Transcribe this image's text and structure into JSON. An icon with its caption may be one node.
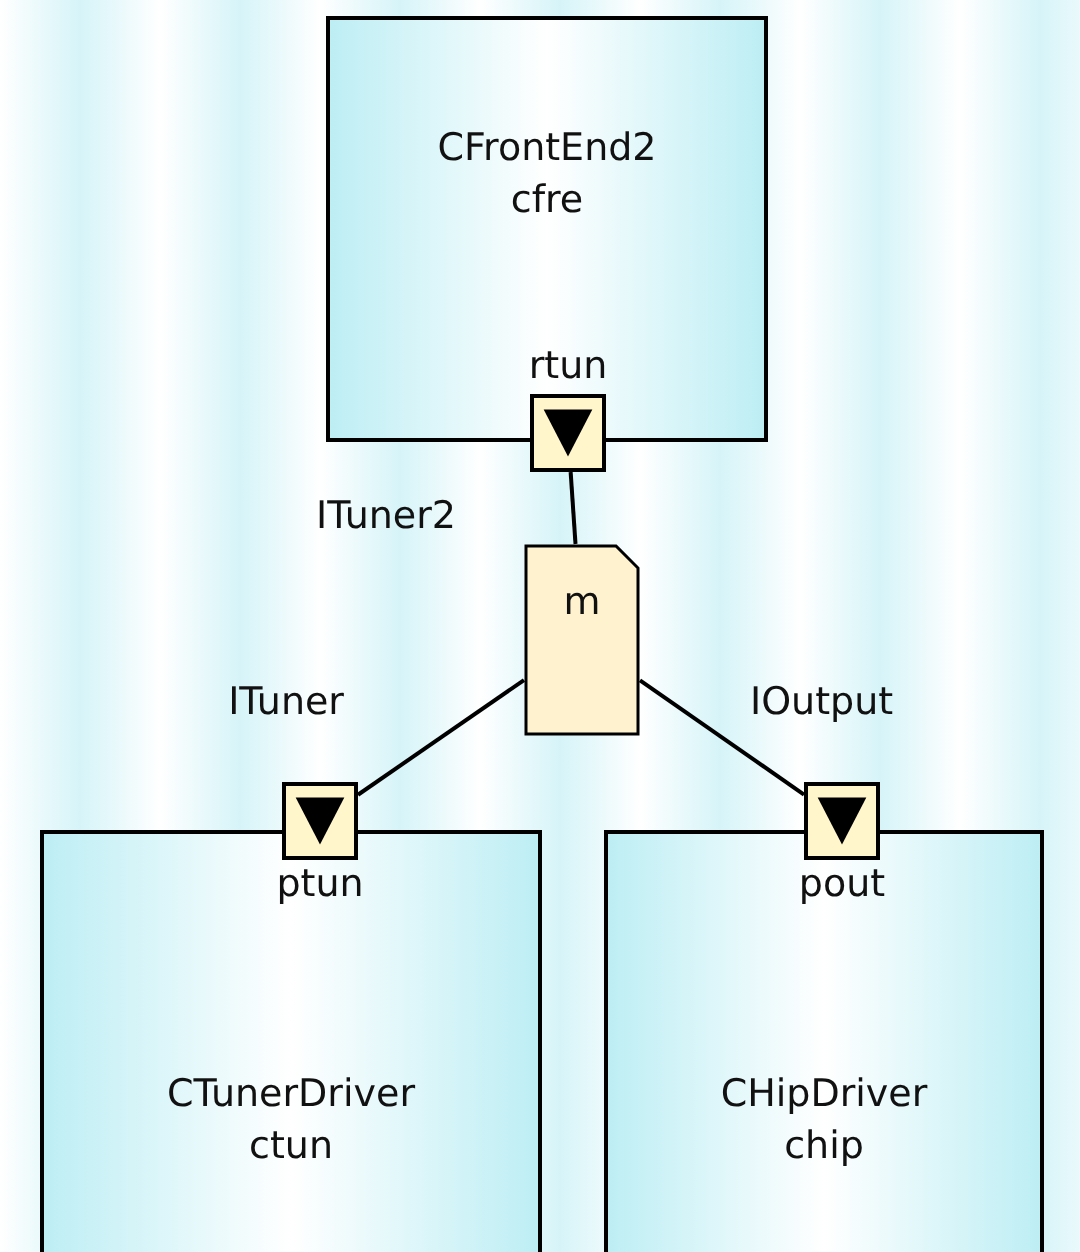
{
  "diagram": {
    "nodes": [
      {
        "text": [
          "CFrontEnd2",
          "cfre",
          "rtun"
        ]
      },
      {
        "text": [],
        "shape": "box"
      },
      {
        "text": [
          "m"
        ]
      },
      {
        "text": [
          "ptun",
          "CTunerDriver",
          "ctun"
        ]
      },
      {
        "text": [],
        "shape": "box"
      },
      {
        "text": [
          "pout",
          "CHipDriver",
          "chip"
        ]
      },
      {
        "text": [],
        "shape": "box"
      }
    ],
    "edges": [
      {
        "from": 1,
        "to": 2,
        "arrow": "none",
        "label": "ITuner2"
      },
      {
        "from": 2,
        "to": 4,
        "arrow": "none",
        "label": "ITuner"
      },
      {
        "from": 2,
        "to": 6,
        "arrow": "none",
        "label": "IOutput"
      }
    ]
  }
}
